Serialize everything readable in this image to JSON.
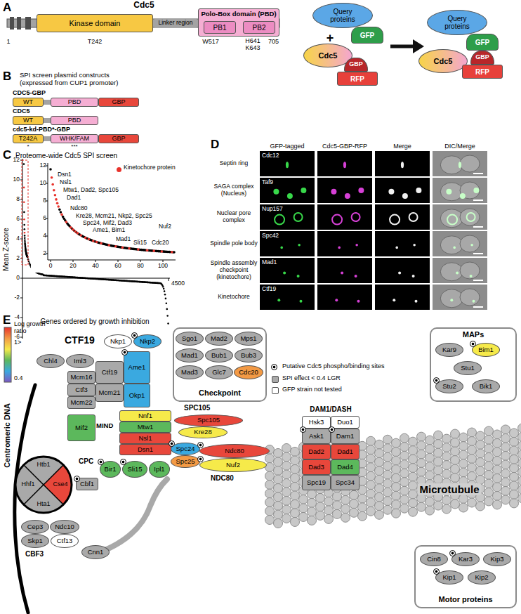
{
  "diagram": {
    "nodes": [
      {
        "text": [
          "Kinase domain"
        ]
      },
      {
        "text": [
          "Linker region"
        ]
      },
      {
        "text": [
          "Polo-Box domain (PBD)"
        ]
      },
      {
        "text": [
          "PB1"
        ],
        "in": 2
      },
      {
        "text": [
          "PB2"
        ],
        "in": 2
      },
      {
        "text": [
          "Query proteins"
        ]
      },
      {
        "text": [
          "GFP"
        ]
      },
      {
        "text": [
          "Cdc5"
        ]
      },
      {
        "text": [
          "GBP"
        ]
      },
      {
        "text": [
          "RFP"
        ]
      },
      {
        "text": [
          "Query proteins"
        ]
      },
      {
        "text": [
          "GFP"
        ]
      },
      {
        "text": [
          "Cdc5"
        ]
      },
      {
        "text": [
          "GBP"
        ]
      },
      {
        "text": [
          "RFP"
        ]
      },
      {
        "text": [
          "WT"
        ]
      },
      {
        "text": [
          "PBD"
        ]
      },
      {
        "text": [
          "GBP"
        ]
      },
      {
        "text": [
          "WT"
        ]
      },
      {
        "text": [
          "PBD"
        ]
      },
      {
        "text": [
          "T242A"
        ]
      },
      {
        "text": [
          "WHK/FAM"
        ]
      },
      {
        "text": [
          "GBP"
        ]
      },
      {
        "text": [
          "Checkpoint"
        ]
      },
      {
        "text": [
          "Sgo1"
        ],
        "in": 23
      },
      {
        "text": [
          "Mad2"
        ],
        "in": 23
      },
      {
        "text": [
          "Mps1"
        ],
        "in": 23
      },
      {
        "text": [
          "Mad1"
        ],
        "in": 23
      },
      {
        "text": [
          "Bub1"
        ],
        "in": 23
      },
      {
        "text": [
          "Bub3"
        ],
        "in": 23
      },
      {
        "text": [
          "Mad3"
        ],
        "in": 23
      },
      {
        "text": [
          "Glc7"
        ],
        "in": 23
      },
      {
        "text": [
          "Cdc20"
        ],
        "in": 23
      },
      {
        "text": [
          "MAPs"
        ]
      },
      {
        "text": [
          "Kar9"
        ],
        "in": 33
      },
      {
        "text": [
          "Bim1"
        ],
        "in": 33
      },
      {
        "text": [
          "Stu1"
        ],
        "in": 33
      },
      {
        "text": [
          "Stu2"
        ],
        "in": 33
      },
      {
        "text": [
          "Bik1"
        ],
        "in": 33
      },
      {
        "text": [
          "Chl4"
        ]
      },
      {
        "text": [
          "Iml3"
        ]
      },
      {
        "text": [
          "Nkp1"
        ]
      },
      {
        "text": [
          "Nkp2"
        ]
      },
      {
        "text": [
          "Mcm16"
        ]
      },
      {
        "text": [
          "Ctf19"
        ]
      },
      {
        "text": [
          "Ame1"
        ]
      },
      {
        "text": [
          "Ctf3"
        ]
      },
      {
        "text": [
          "Mcm21"
        ]
      },
      {
        "text": [
          "Okp1"
        ]
      },
      {
        "text": [
          "Mcm22"
        ]
      },
      {
        "text": [
          "Mif2"
        ]
      },
      {
        "text": [
          "Nnf1"
        ]
      },
      {
        "text": [
          "Mtw1"
        ]
      },
      {
        "text": [
          "Nsl1"
        ]
      },
      {
        "text": [
          "Dsn1"
        ]
      },
      {
        "text": [
          "Spc105"
        ]
      },
      {
        "text": [
          "Kre28"
        ]
      },
      {
        "text": [
          "Htb1"
        ]
      },
      {
        "text": [
          "Hhf1"
        ]
      },
      {
        "text": [
          "Cse4"
        ]
      },
      {
        "text": [
          "Hta1"
        ]
      },
      {
        "text": [
          "Cbf1"
        ]
      },
      {
        "text": [
          "Spc24"
        ]
      },
      {
        "text": [
          "Ndc80"
        ]
      },
      {
        "text": [
          "Spc25"
        ]
      },
      {
        "text": [
          "Nuf2"
        ]
      },
      {
        "text": [
          "Bir1"
        ]
      },
      {
        "text": [
          "Sli15"
        ]
      },
      {
        "text": [
          "Ipl1"
        ]
      },
      {
        "text": [
          "Cep3"
        ]
      },
      {
        "text": [
          "Ndc10"
        ]
      },
      {
        "text": [
          "Skp1"
        ]
      },
      {
        "text": [
          "Ctf13"
        ]
      },
      {
        "text": [
          "Cnn1"
        ]
      },
      {
        "text": [
          "Hsk3"
        ]
      },
      {
        "text": [
          "Duo1"
        ]
      },
      {
        "text": [
          "Ask1"
        ]
      },
      {
        "text": [
          "Dam1"
        ]
      },
      {
        "text": [
          "Dad2"
        ]
      },
      {
        "text": [
          "Dad1"
        ]
      },
      {
        "text": [
          "Dad3"
        ]
      },
      {
        "text": [
          "Dad4"
        ]
      },
      {
        "text": [
          "Spc19"
        ]
      },
      {
        "text": [
          "Spc34"
        ]
      },
      {
        "text": [
          "Motor proteins"
        ]
      },
      {
        "text": [
          "Cin8"
        ],
        "in": 84
      },
      {
        "text": [
          "Kar3"
        ],
        "in": 84
      },
      {
        "text": [
          "Kip3"
        ],
        "in": 84
      },
      {
        "text": [
          "Kip1"
        ],
        "in": 84
      },
      {
        "text": [
          "Kip2"
        ],
        "in": 84
      }
    ],
    "labels": [
      "A",
      "Cdc5",
      "1",
      "T242",
      "W517",
      "H641",
      "K643",
      "705",
      "+",
      "B",
      "SPI screen plasmid constructs (expressed from CUP1 promoter)",
      "CDC5-GBP",
      "CDC5",
      "cdc5-kd-PBD*-GBP",
      "*",
      "***",
      "C",
      "Proteome-wide Cdc5 SPI screen",
      "Mean Z-score",
      "12",
      "10",
      "8",
      "6",
      "4",
      "2",
      "0",
      "-2",
      "-4",
      "-6",
      "4500",
      "Genes ordered by growth inhibition",
      "12",
      "10",
      "8",
      "6",
      "4",
      "2",
      "0",
      "20",
      "40",
      "60",
      "80",
      "100",
      "Dsn1",
      "Nsl1",
      "Mtw1, Dad2, Spc105",
      "Dad1",
      "Ndc80",
      "Kre28, Mcm21, Nkp2, Spc25",
      "Spc24, Mif2, Dad3",
      "Ame1, Bim1",
      "Mad1",
      "Sli15",
      "Cdc20",
      "Nuf2",
      "D",
      "GFP-tagged",
      "Cdc5-GBP-RFP",
      "Merge",
      "DIC/Merge",
      "Septin ring",
      "SAGA complex (Nucleus)",
      "Nuclear pore complex",
      "Spindle pole body",
      "Spindle assembly checkpoint (kinetochore)",
      "Kinetochore",
      "Cdc12",
      "Taf9",
      "Nup157",
      "Spc42",
      "Mad1",
      "Ctf19",
      "E",
      "Log growth ratio",
      "1>",
      "0.4",
      "CTF19",
      "MIND",
      "SPC105",
      "NDC80",
      "DAM1/DASH",
      "CPC",
      "CBF3",
      "Centromeric DNA",
      "Microtubule"
    ],
    "legend": [
      {
        "text": "Kinetochore protein",
        "color": "#e8322b"
      },
      {
        "text": "Putative Cdc5 phospho/binding sites"
      },
      {
        "text": "SPI effect < 0.4 LGR",
        "color": "#a9a9a9"
      },
      {
        "text": "GFP strain not tested",
        "color": "#ffffff"
      }
    ]
  }
}
